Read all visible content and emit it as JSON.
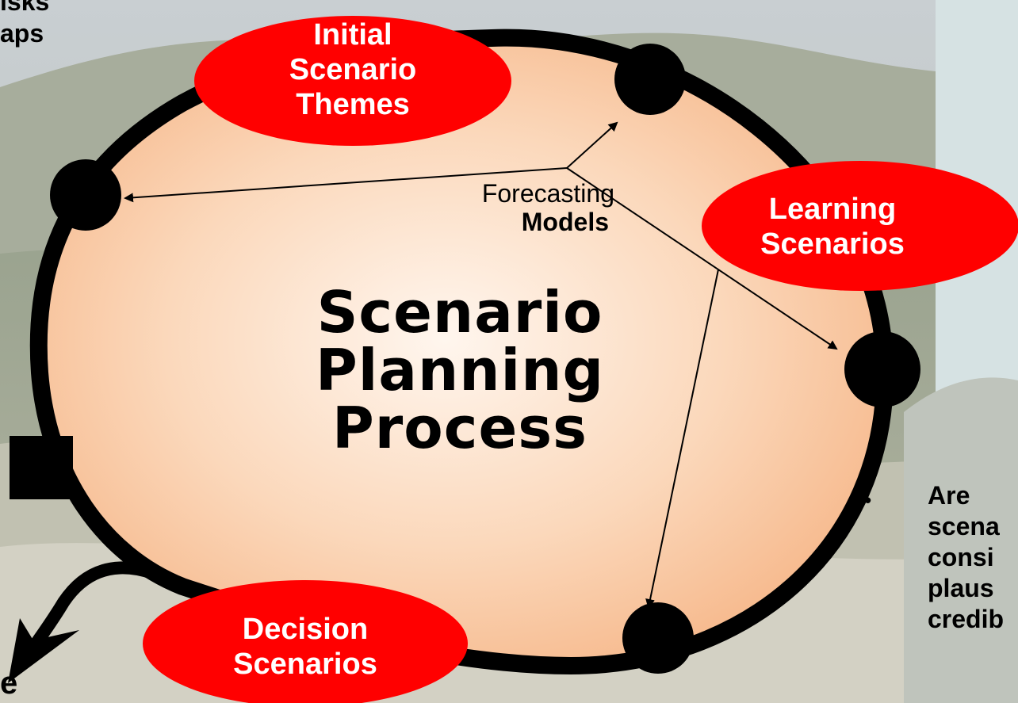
{
  "diagram": {
    "title_lines": [
      "Scenario",
      "Planning",
      "Process"
    ],
    "nodes": {
      "initial": [
        "Initial",
        "Scenario",
        "Themes"
      ],
      "learning": [
        "Learning",
        "Scenarios"
      ],
      "decision": [
        "Decision",
        "Scenarios"
      ]
    },
    "forecasting": {
      "line1": "Forecasting",
      "line2": "Models"
    }
  },
  "side_text": {
    "top_left": [
      "isks",
      "aps"
    ],
    "bottom_left": "e",
    "bullet": {
      "marker": "•",
      "lines": [
        "Are",
        "scena",
        "consi",
        "plaus",
        "credib"
      ]
    }
  },
  "colors": {
    "oval_fill": "#ff0000",
    "cycle_fill_center": "#fff4ea",
    "cycle_fill_edge": "#f7b98c",
    "cycle_stroke": "#000000",
    "panel": "#d6e2e3"
  }
}
